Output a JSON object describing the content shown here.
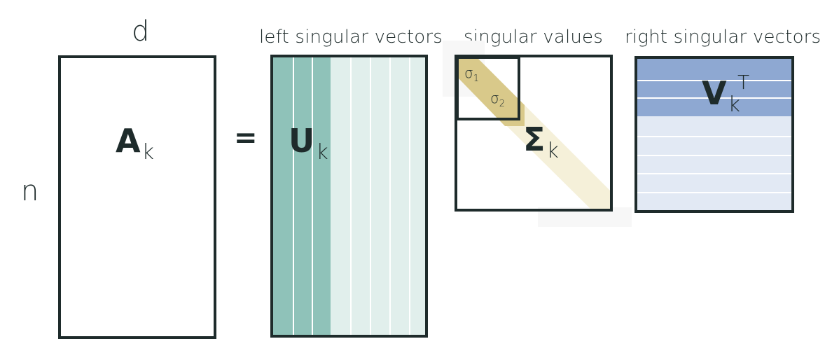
{
  "labels": {
    "d": "d",
    "n": "n",
    "equals": "=",
    "left_singular_vectors": "left singular vectors",
    "singular_values": "singular values",
    "right_singular_vectors": "right singular vectors"
  },
  "matrices": {
    "A": {
      "symbol": "A",
      "sub": "k"
    },
    "U": {
      "symbol": "U",
      "sub": "k"
    },
    "Sigma": {
      "symbol": "Σ",
      "sub": "k"
    },
    "V": {
      "symbol": "V",
      "sub": "k",
      "sup": "T"
    }
  },
  "sigmas": [
    {
      "symbol": "σ",
      "sub": "1"
    },
    {
      "symbol": "σ",
      "sub": "2"
    }
  ],
  "colors": {
    "outline": "#1e2b2b",
    "u_dark": "#8fc2b9",
    "u_light": "#e1efec",
    "sigma_dark": "#d9c98a",
    "sigma_light": "#f5f0d9",
    "v_dark": "#8ea8d2",
    "v_light": "#e2e9f4"
  }
}
